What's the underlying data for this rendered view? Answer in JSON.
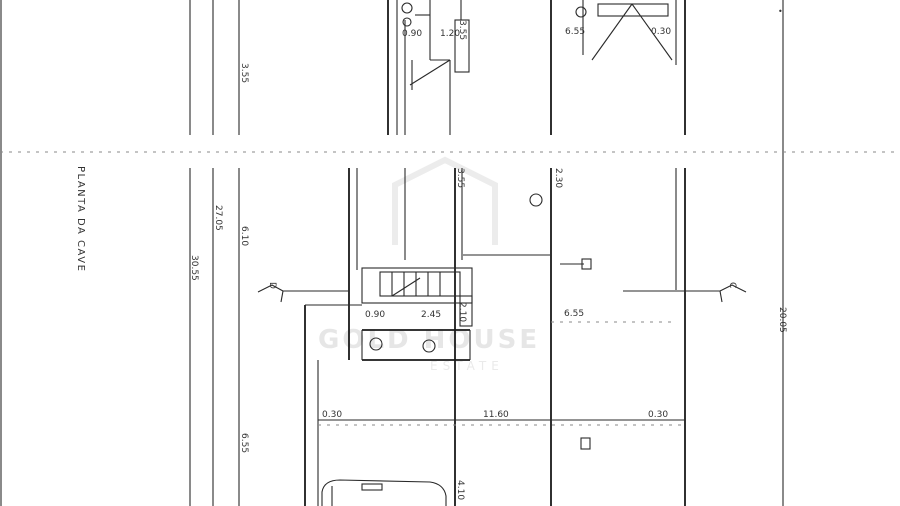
{
  "drawing": {
    "title": "PLANTA DA CAVE",
    "section_marker_left": "D",
    "section_marker_right": "C",
    "dimensions": {
      "top_0_90": "0.90",
      "top_1_20": "1.20",
      "top_3_55": "3.55",
      "top_6_55": "6.55",
      "top_0_30": "0.30",
      "left_3_55": "3.55",
      "vert_27_05": "27.05",
      "vert_30_55": "30.55",
      "vert_6_10": "6.10",
      "vert_6_55": "6.55",
      "vert_4_10": "4.10",
      "stair_3_55": "3.55",
      "stair_0_90": "0.90",
      "stair_2_45": "2.45",
      "stair_2_10": "2.10",
      "mid_6_55": "6.55",
      "corr_0_30_left": "0.30",
      "corr_11_60": "11.60",
      "corr_0_30_right": "0.30",
      "right_20_05": "20.05",
      "top_2_30": "2.30"
    },
    "watermark": {
      "brand": "GOLD HOUSE",
      "sub": "ESTATE"
    }
  }
}
